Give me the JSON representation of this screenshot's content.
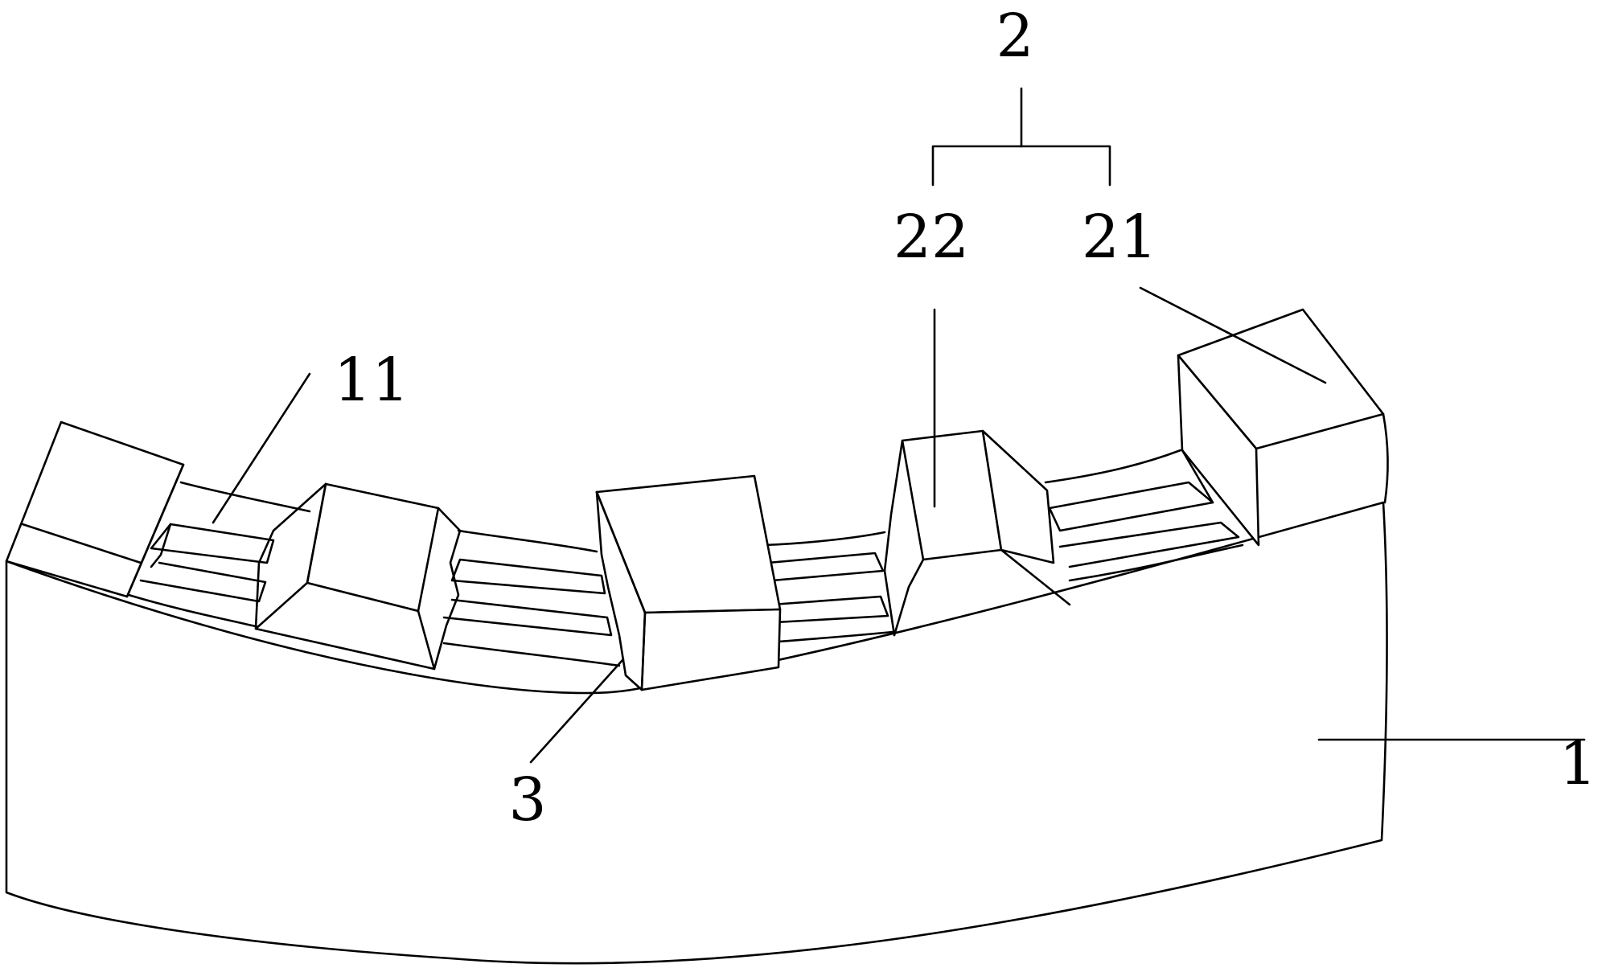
{
  "figure": {
    "background_color": "#ffffff",
    "line_color": "#000000",
    "reference_numerals": {
      "group": "2",
      "block_top": "21",
      "block_side": "22",
      "slot_groove": "11",
      "step": "3",
      "base_body": "1"
    }
  }
}
